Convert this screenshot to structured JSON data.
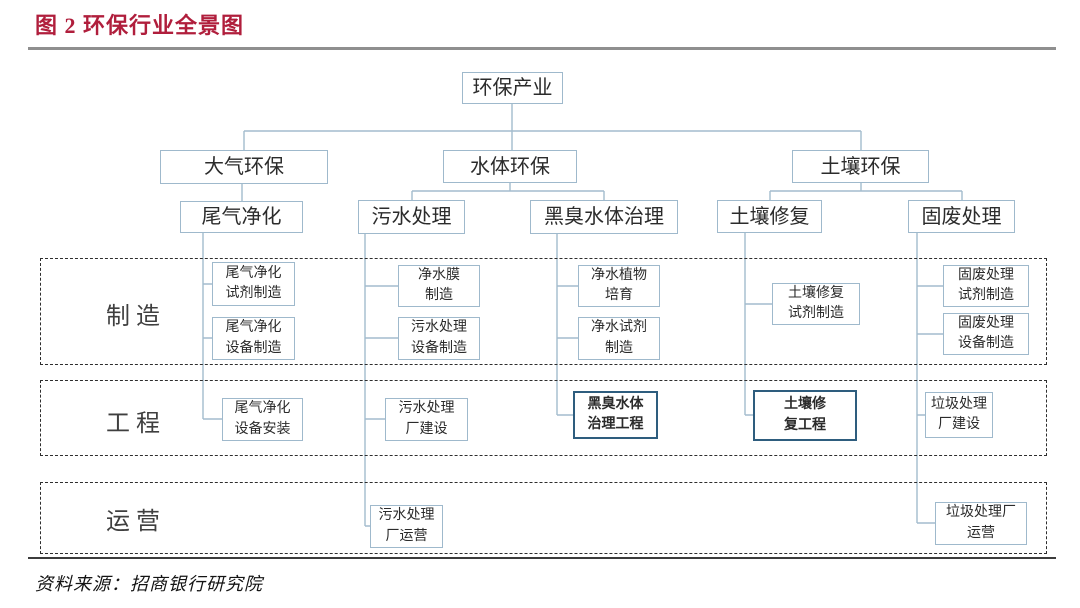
{
  "title": "图 2 环保行业全景图",
  "source": "资料来源：招商银行研究院",
  "colors": {
    "title_red": "#b01e3c",
    "box_border": "#9fb9cc",
    "highlight_border": "#2e5d7e",
    "connector": "#a3bccd",
    "dashed_band": "#2e2e2e"
  },
  "bands": {
    "manufacturing": "制造",
    "engineering": "工程",
    "operations": "运营"
  },
  "nodes": {
    "root": "环保产业",
    "l1_air": "大气环保",
    "l1_water": "水体环保",
    "l1_soil": "土壤环保",
    "l2_exhaust": "尾气净化",
    "l2_sewage": "污水处理",
    "l2_blackwater": "黑臭水体治理",
    "l2_soilrepair": "土壤修复",
    "l2_solidwaste": "固废处理",
    "m_exhaust_reagent": "尾气净化\n试剂制造",
    "m_exhaust_equip": "尾气净化\n设备制造",
    "m_membrane": "净水膜\n制造",
    "m_sewage_equip": "污水处理\n设备制造",
    "m_plants": "净水植物\n培育",
    "m_reagent": "净水试剂\n制造",
    "m_soil_reagent": "土壤修复\n试剂制造",
    "m_solid_reagent": "固废处理\n试剂制造",
    "m_solid_equip": "固废处理\n设备制造",
    "e_exhaust_install": "尾气净化\n设备安装",
    "e_sewage_plant": "污水处理\n厂建设",
    "e_blackwater_proj": "黑臭水体\n治理工程",
    "e_soil_proj": "土壤修\n复工程",
    "e_garbage_plant": "垃圾处理\n厂建设",
    "o_sewage_op": "污水处理\n厂运营",
    "o_garbage_op": "垃圾处理厂\n运营"
  }
}
